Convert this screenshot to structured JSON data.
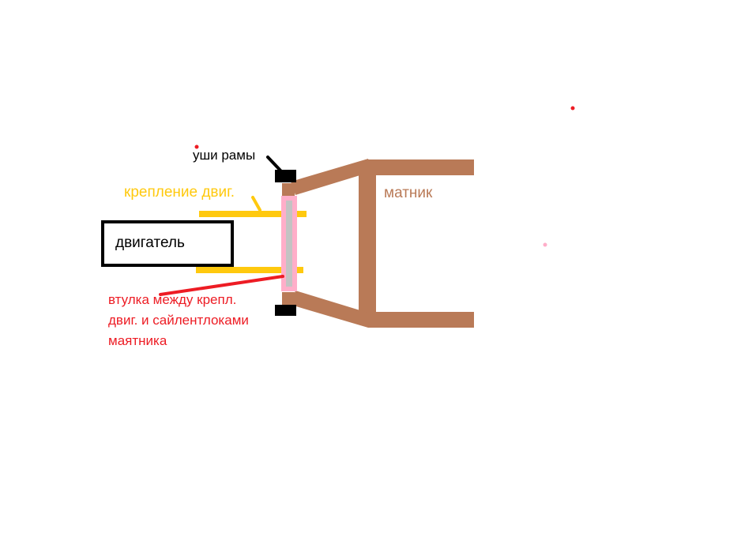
{
  "labels": {
    "frame_ears": "уши рамы",
    "engine_mount": "крепление двиг.",
    "pendulum": "матник",
    "engine": "двигатель",
    "bushing_lines": [
      "втулка между крепл.",
      "двиг. и сайлентлоками",
      "маятника"
    ]
  },
  "colors": {
    "frame_ears": "#000000",
    "engine_mount": "#ffc90e",
    "pendulum": "#b97a57",
    "engine": "#000000",
    "bushing_outer": "#ffaec9",
    "bushing_inner": "#c3c3c3",
    "bushing_label": "#ed1c24",
    "dots_red": "#ed1c24",
    "dot_pink": "#ffaec9"
  }
}
